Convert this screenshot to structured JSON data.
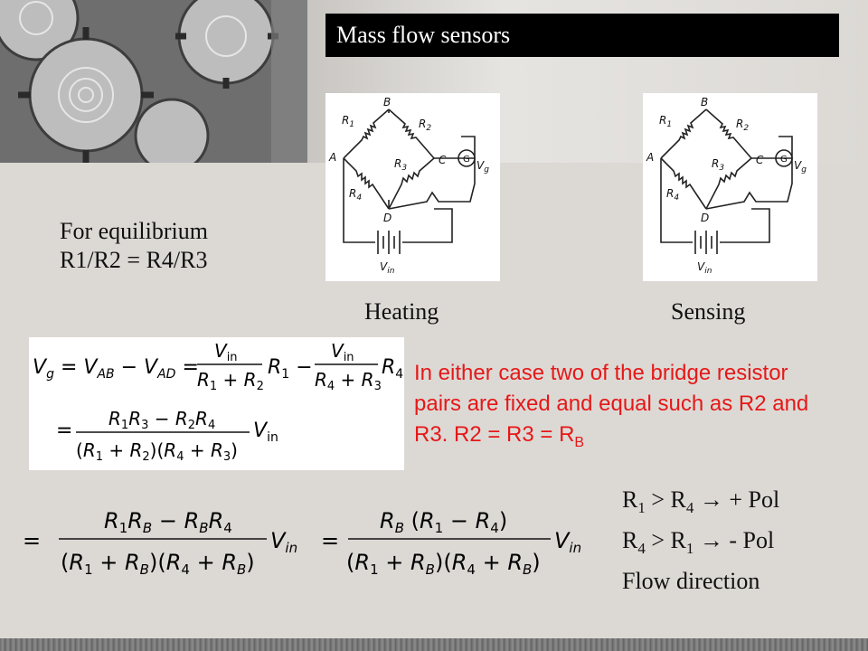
{
  "title": "Mass flow sensors",
  "equilibrium": {
    "line1": "For equilibrium",
    "line2": "R1/R2 = R4/R3"
  },
  "circuits": {
    "heating_label": "Heating",
    "sensing_label": "Sensing",
    "nodes": {
      "b": "B",
      "a": "A",
      "c": "C",
      "d": "D"
    },
    "resistors": {
      "r1": "R",
      "r1s": "1",
      "r2": "R",
      "r2s": "2",
      "r3": "R",
      "r3s": "3",
      "r4": "R",
      "r4s": "4"
    },
    "meter": "G",
    "vg": "V",
    "vgs": "g",
    "vin": "V",
    "vins": "in"
  },
  "note": {
    "text_before": "In either case two of the bridge resistor pairs are fixed and equal such as R2 and R3.  R2 = R3 = R",
    "subscript": "B"
  },
  "polarity": {
    "l1_a": "R",
    "l1_a_sub": "1",
    "l1_mid": " > R",
    "l1_b_sub": "4",
    "l1_end": " → + Pol",
    "l2_a": "R",
    "l2_a_sub": "4",
    "l2_mid": " > R",
    "l2_b_sub": "1",
    "l2_end": " → - Pol",
    "l3": "Flow direction"
  }
}
